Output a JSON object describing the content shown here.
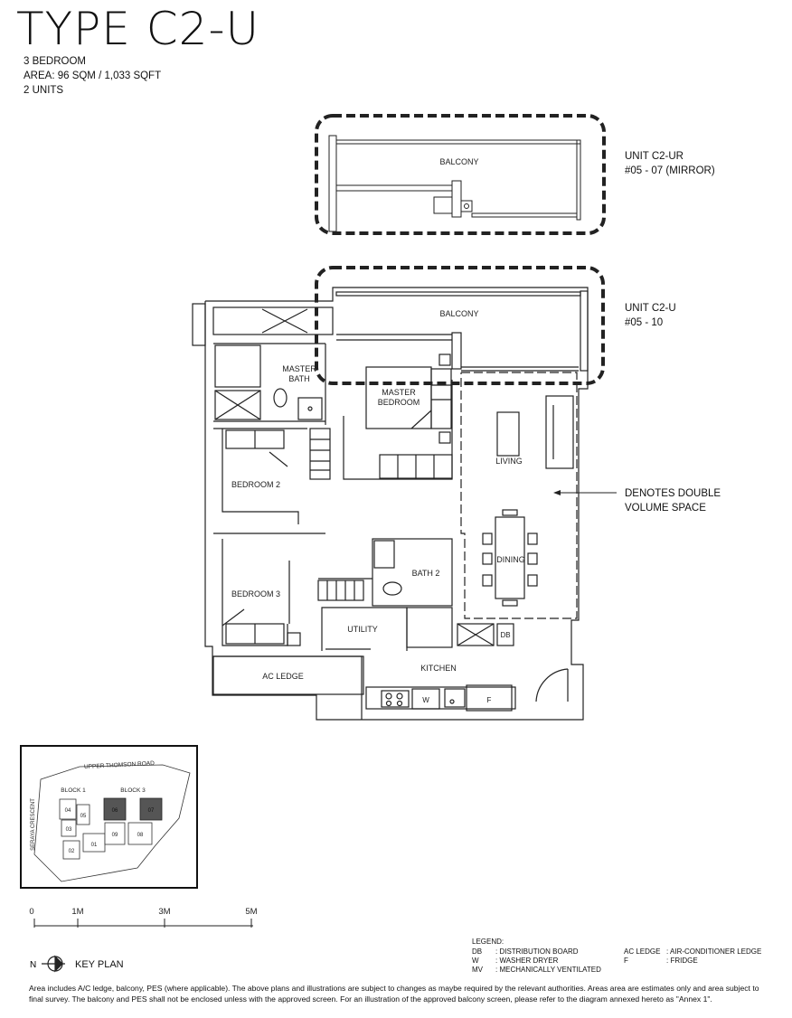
{
  "header": {
    "title": "TYPE C2-U",
    "bedrooms": "3 BEDROOM",
    "area": "AREA: 96 SQM / 1,033 SQFT",
    "units": "2 UNITS"
  },
  "notes": {
    "mirror_unit": "UNIT C2-UR",
    "mirror_stack": "#05 - 07 (MIRROR)",
    "main_unit": "UNIT C2-U",
    "main_stack": "#05 - 10",
    "double_volume_1": "DENOTES DOUBLE",
    "double_volume_2": "VOLUME SPACE"
  },
  "rooms": {
    "balcony_top": "BALCONY",
    "balcony": "BALCONY",
    "master_bath_1": "MASTER",
    "master_bath_2": "BATH",
    "master_bedroom_1": "MASTER",
    "master_bedroom_2": "BEDROOM",
    "living": "LIVING",
    "bedroom2": "BEDROOM 2",
    "dining": "DINING",
    "bath2": "BATH 2",
    "bedroom3": "BEDROOM 3",
    "utility": "UTILITY",
    "ac_ledge": "AC LEDGE",
    "kitchen": "KITCHEN",
    "db": "DB",
    "washer": "W",
    "fridge": "F"
  },
  "keyplan": {
    "road": "UPPER THOMSON ROAD",
    "crescent": "SERAYA CRESCENT",
    "block1": "BLOCK 1",
    "block3": "BLOCK 3",
    "stacks": [
      "04",
      "05",
      "03",
      "02",
      "01",
      "09",
      "06",
      "07",
      "08"
    ],
    "highlighted": [
      "06",
      "07"
    ]
  },
  "scale": {
    "ticks": [
      "0",
      "1M",
      "3M",
      "5M"
    ]
  },
  "north_label": "N",
  "key_plan_label": "KEY PLAN",
  "legend": {
    "title": "LEGEND:",
    "items": [
      {
        "code": "DB",
        "desc": ": DISTRIBUTION BOARD"
      },
      {
        "code": "W",
        "desc": ": WASHER DRYER"
      },
      {
        "code": "MV",
        "desc": ": MECHANICALLY VENTILATED"
      },
      {
        "code": "AC LEDGE",
        "desc": ": AIR-CONDITIONER LEDGE"
      },
      {
        "code": "F",
        "desc": ": FRIDGE"
      }
    ]
  },
  "footnote": "Area includes A/C ledge, balcony, PES (where applicable). The above plans and illustrations are subject to changes as maybe required by the relevant authorities. Areas area are estimates only and area subject to final survey. The balcony and PES shall not be enclosed unless with the approved screen. For an illustration of the approved balcony screen, please refer to the diagram annexed hereto as \"Annex 1\"."
}
